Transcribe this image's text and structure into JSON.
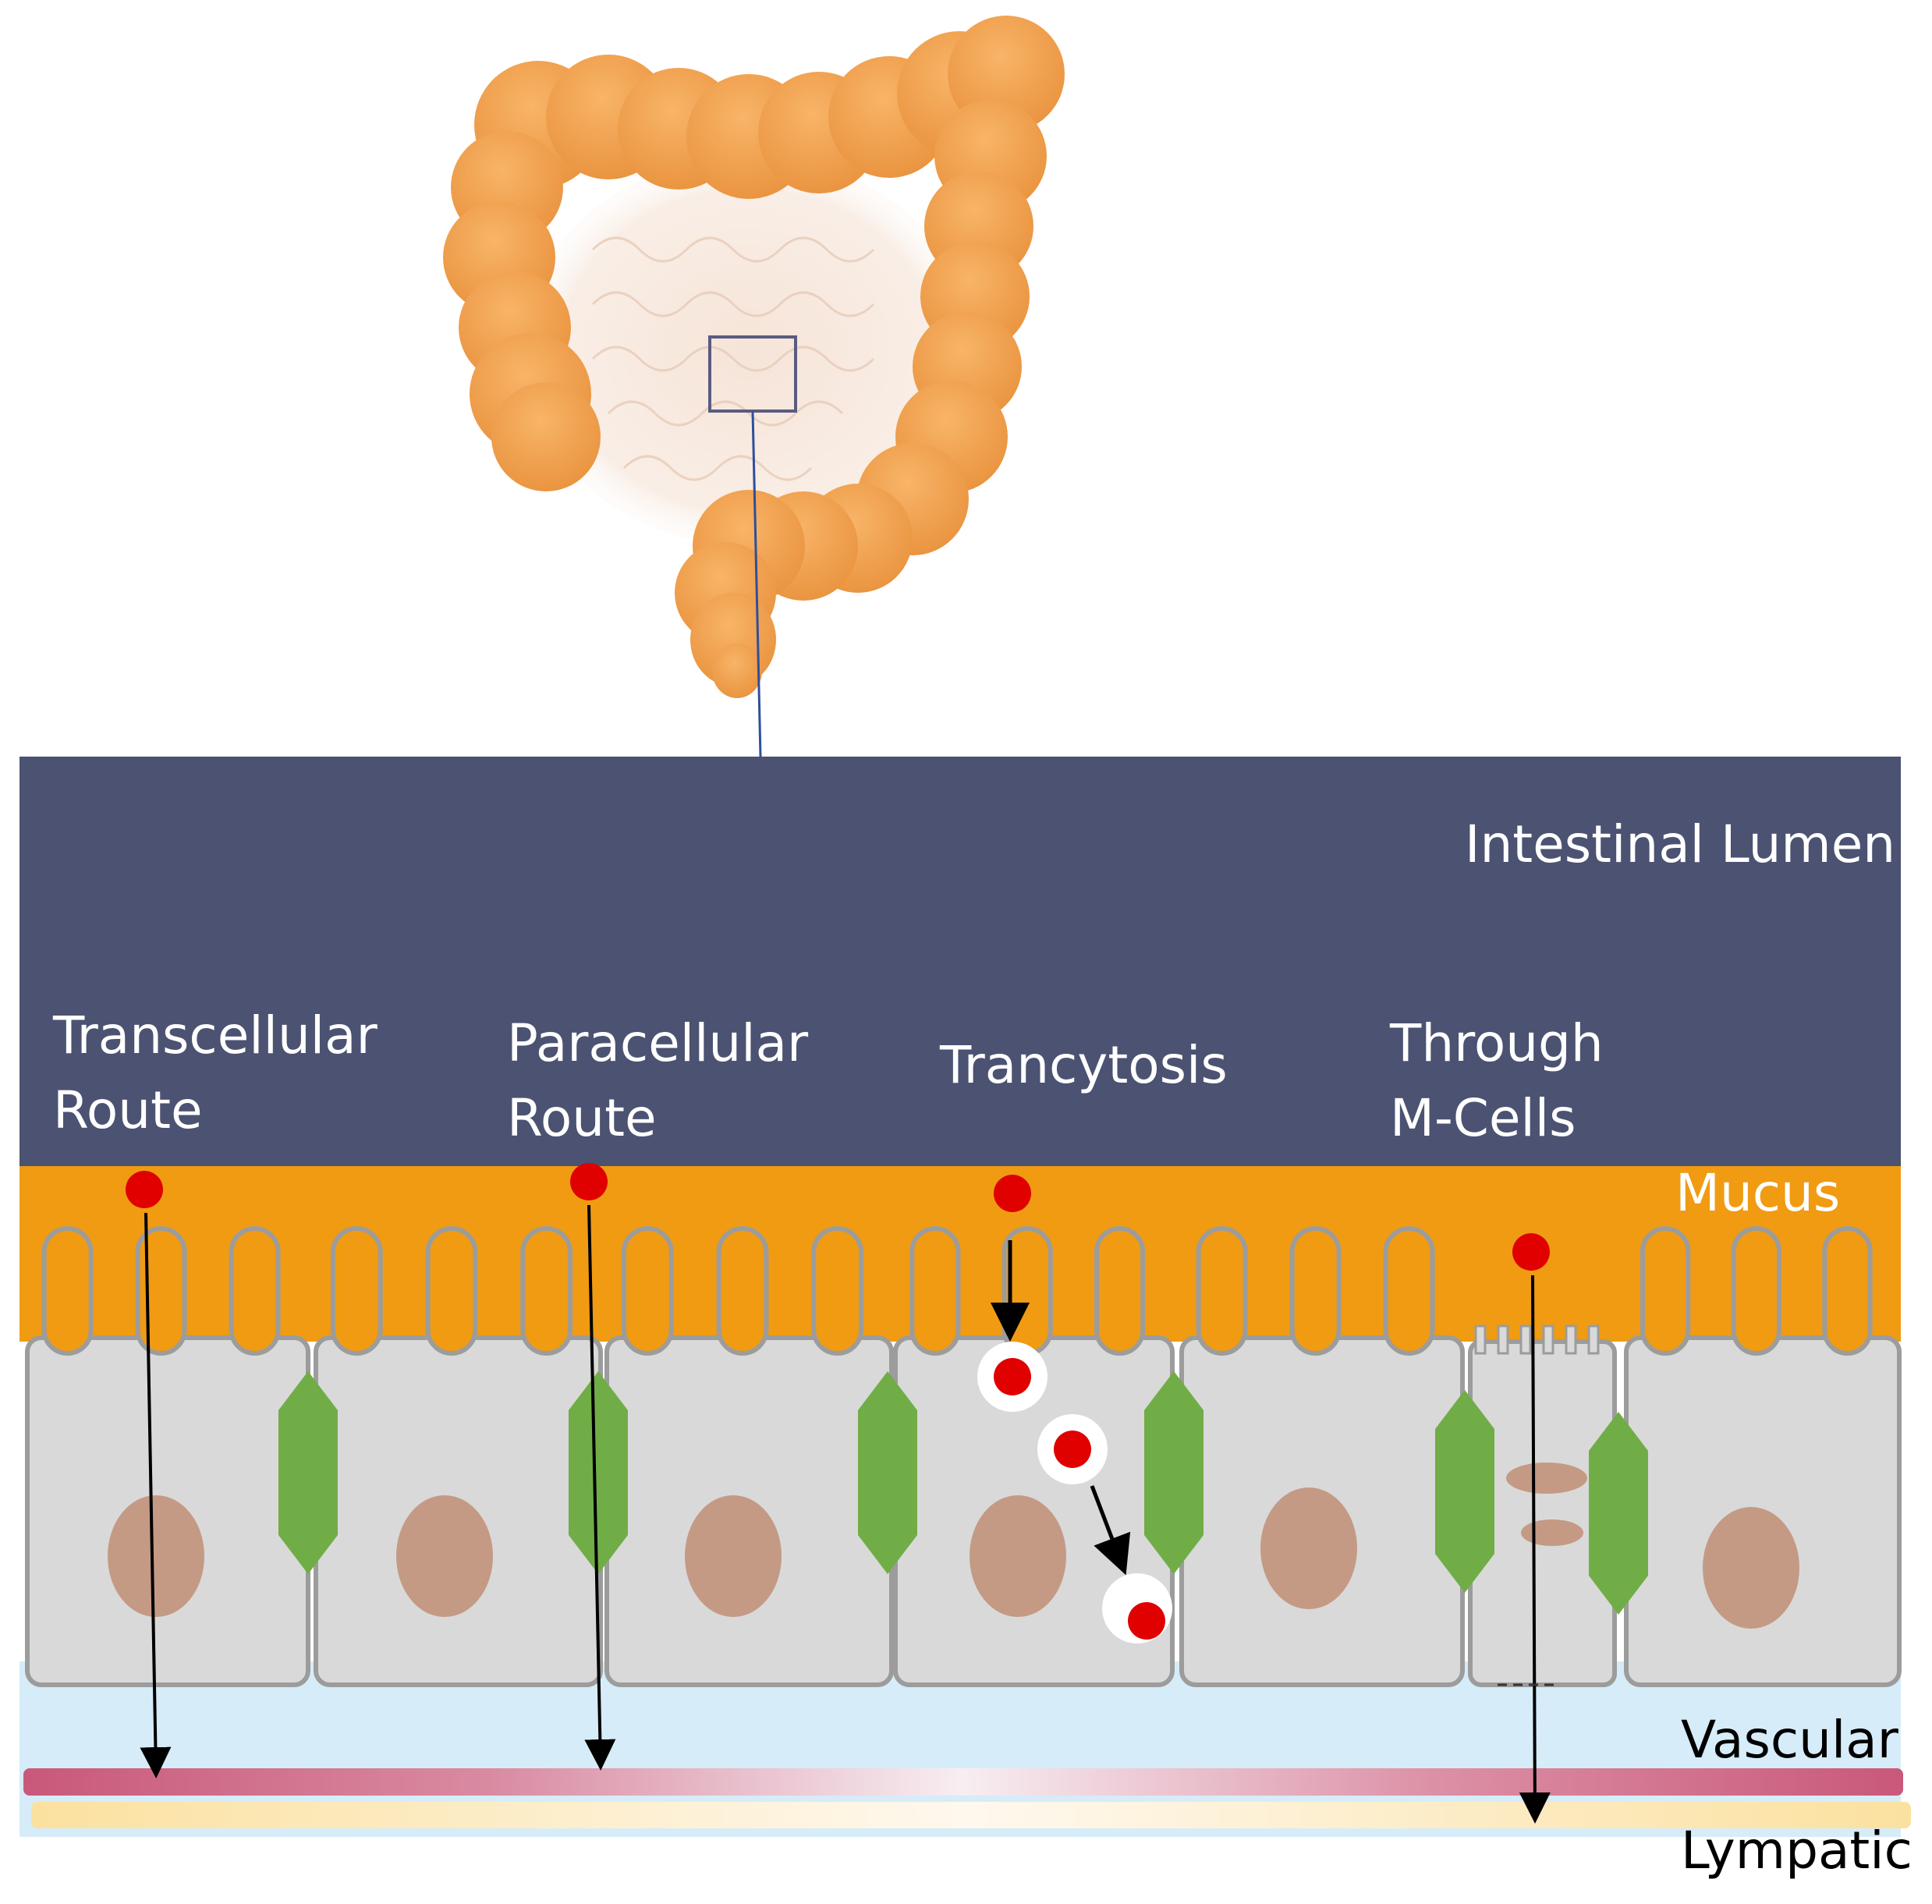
{
  "labels": {
    "lumen": "Intestinal Lumen",
    "mucus": "Mucus",
    "vascular": "Vascular",
    "lymphatic": "Lympatic"
  },
  "routes": [
    {
      "id": "transcellular",
      "line1": "Transcellular",
      "line2": "Route"
    },
    {
      "id": "paracellular",
      "line1": "Paracellular",
      "line2": "Route"
    },
    {
      "id": "transcytosis",
      "line1": "Trancytosis",
      "line2": ""
    },
    {
      "id": "m-cells",
      "line1": "Through",
      "line2": "M-Cells"
    }
  ],
  "colors": {
    "colon": "#F0A04B",
    "lumen": "#4B5272",
    "mucus": "#F09B12",
    "cell": "#D9D9D9",
    "nucleus": "#C49A85",
    "tight_junction": "#70AD47",
    "particle": "#E00000",
    "basal_fluid": "#D6ECF8",
    "vascular": "#C9587A",
    "lymphatic": "#FBE4A0"
  }
}
